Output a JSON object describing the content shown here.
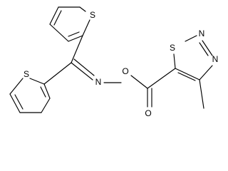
{
  "atoms": {
    "s_thiophene_top": "S",
    "s_thiophene_left": "S",
    "n_imine": "N",
    "o_ether": "O",
    "o_carbonyl": "O",
    "s_thiadiazole": "S",
    "n_thiadiazole_1": "N",
    "n_thiadiazole_2": "N"
  }
}
